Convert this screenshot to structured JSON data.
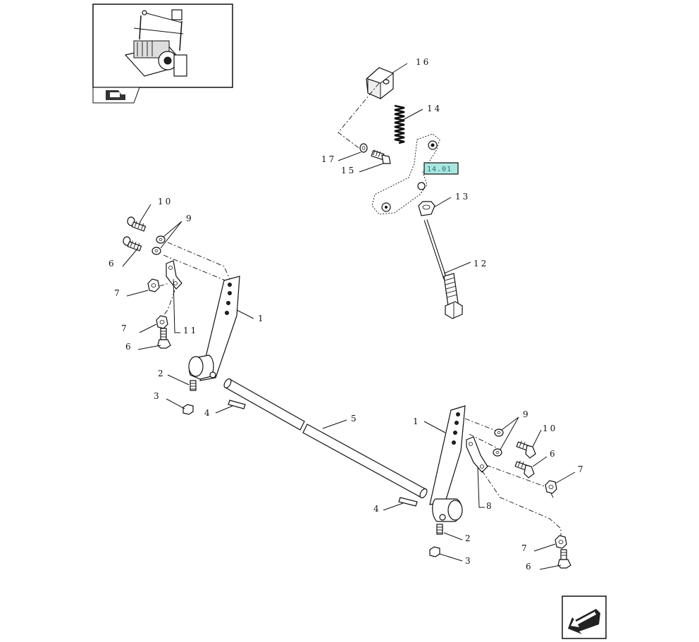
{
  "diagram": {
    "callouts": {
      "c16": "16",
      "c14": "14",
      "c17": "17",
      "c15": "15",
      "c13": "13",
      "c12": "12",
      "c10a": "10",
      "c9a": "9",
      "c6a": "6",
      "c7a": "7",
      "c7b": "7",
      "c11": "11",
      "c1a": "1",
      "c6b": "6",
      "c2a": "2",
      "c3a": "3",
      "c4a": "4",
      "c5": "5",
      "c1b": "1",
      "c9b": "9",
      "c10b": "10",
      "c6c": "6",
      "c7c": "7",
      "c8": "8",
      "c4b": "4",
      "c2b": "2",
      "c3b": "3",
      "c7d": "7",
      "c6d": "6"
    },
    "reference_tag": "14.01",
    "reference_tag_color": "#a8e6e0",
    "thumbnail_icon": "assembly-overview-image",
    "nav_icon": "previous-page-arrow-icon"
  }
}
